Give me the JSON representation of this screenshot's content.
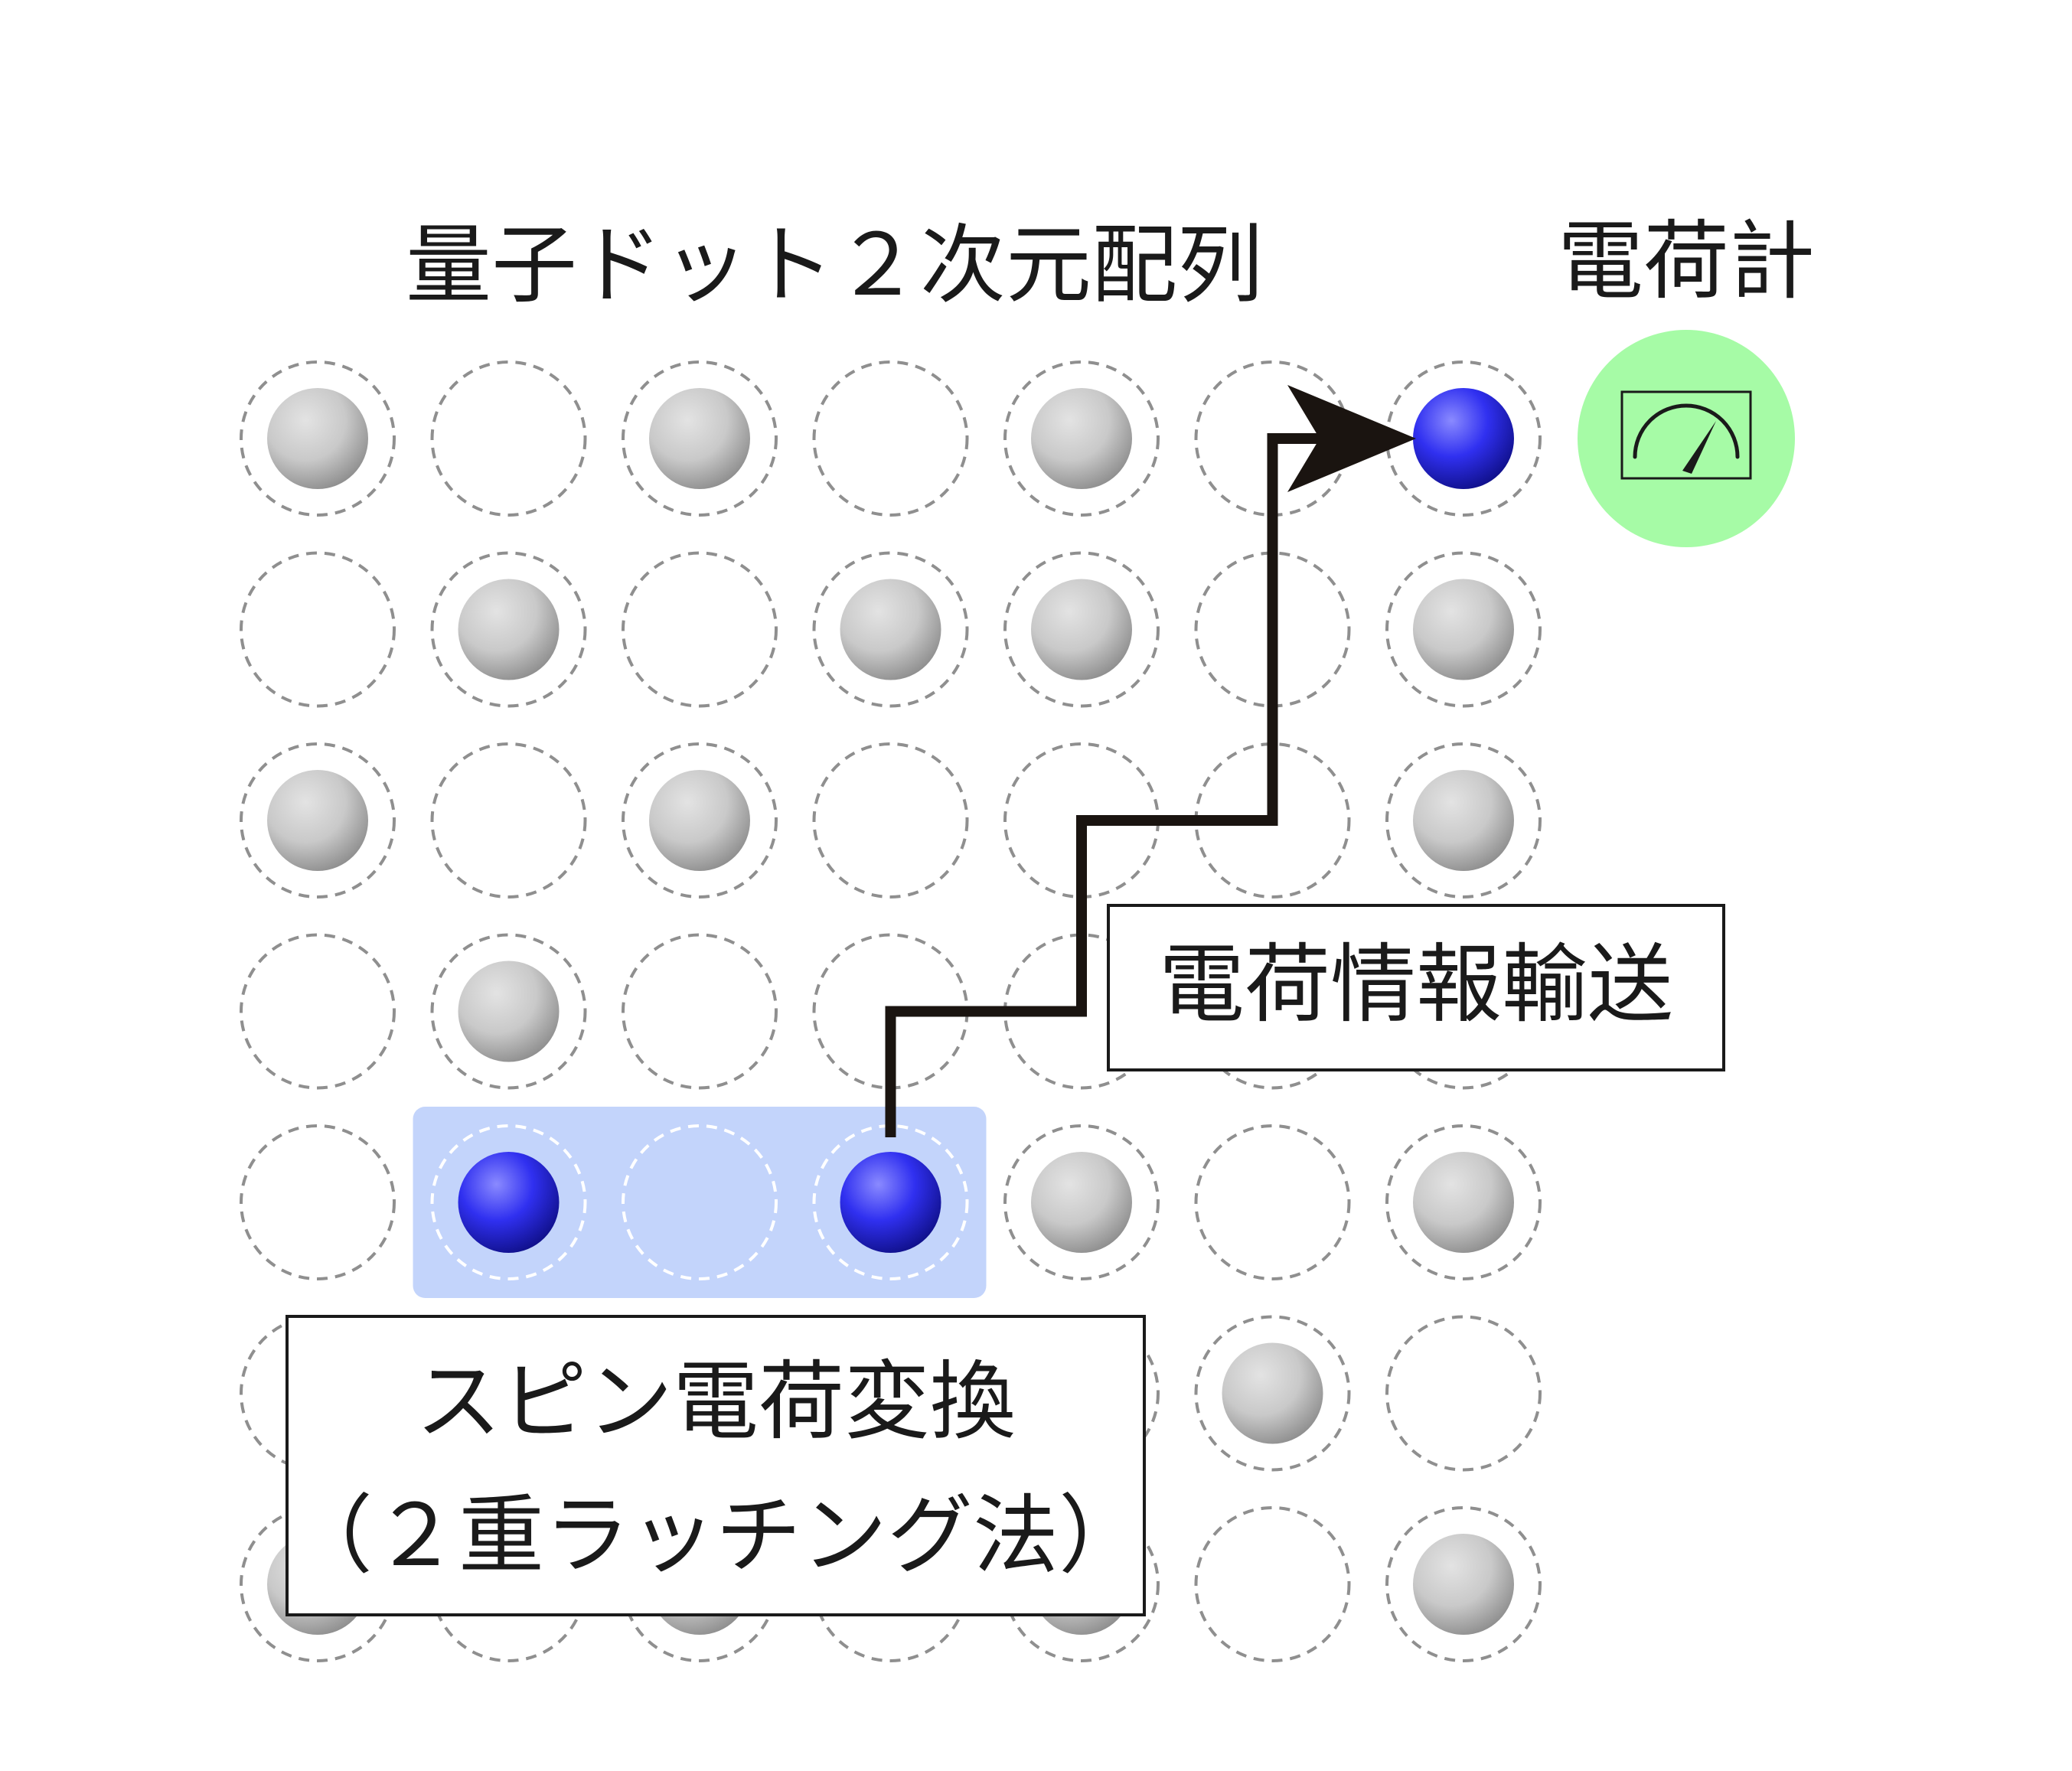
{
  "title": "量子ドット２次元配列",
  "charge_meter": {
    "label": "電荷計",
    "icon": "gauge-icon",
    "color": "#a6fba6"
  },
  "array": {
    "rows": 7,
    "cols": 7,
    "occupancy": [
      [
        "gray",
        "empty",
        "gray",
        "empty",
        "gray",
        "empty",
        "blue"
      ],
      [
        "empty",
        "gray",
        "empty",
        "gray",
        "gray",
        "empty",
        "gray"
      ],
      [
        "gray",
        "empty",
        "gray",
        "empty",
        "empty",
        "empty",
        "gray"
      ],
      [
        "empty",
        "gray",
        "empty",
        "empty",
        "empty",
        "empty",
        "empty"
      ],
      [
        "empty",
        "blue",
        "empty",
        "blue",
        "gray",
        "empty",
        "gray"
      ],
      [
        "empty",
        "empty",
        "empty",
        "empty",
        "empty",
        "gray",
        "empty"
      ],
      [
        "gray",
        "empty",
        "gray",
        "empty",
        "gray",
        "empty",
        "gray"
      ]
    ],
    "latch_group": {
      "row": 4,
      "col_start": 1,
      "col_end": 3
    },
    "colors": {
      "gray_dot": "#c8c8c8",
      "blue_dot": "#2323e6",
      "latch_highlight": "#c3d4fb",
      "ring": "#8f8f8f"
    }
  },
  "transport": {
    "label": "電荷情報輸送",
    "path_cells": [
      [
        4,
        3
      ],
      [
        3,
        3
      ],
      [
        3,
        4
      ],
      [
        2,
        4
      ],
      [
        2,
        5
      ],
      [
        0,
        5
      ],
      [
        0,
        6
      ]
    ]
  },
  "spin_conversion": {
    "line1": "スピン電荷変換",
    "line2": "（２重ラッチング法）"
  }
}
